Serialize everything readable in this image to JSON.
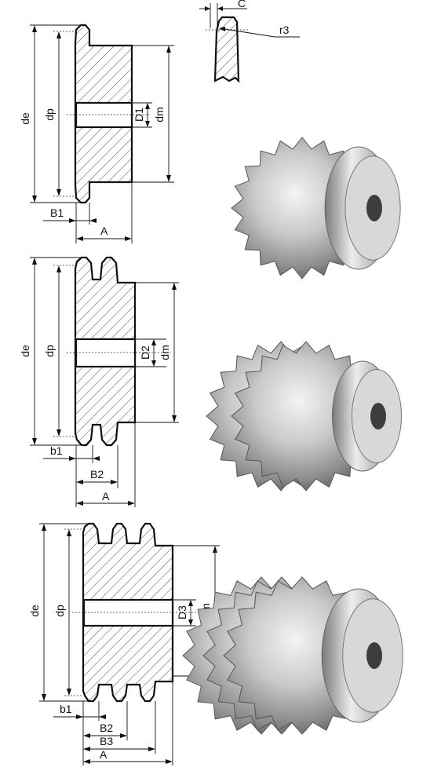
{
  "labels": {
    "de": "de",
    "dp": "dp",
    "dm": "dm",
    "D1": "D1",
    "D2": "D2",
    "D3": "D3",
    "B1": "B1",
    "b1": "b1",
    "B2": "B2",
    "B3": "B3",
    "A": "A",
    "C": "C",
    "r3": "r3"
  },
  "photos": [
    {
      "name": "single-sprocket-photo",
      "strands": 1
    },
    {
      "name": "double-sprocket-photo",
      "strands": 2
    },
    {
      "name": "triple-sprocket-photo",
      "strands": 3
    }
  ]
}
